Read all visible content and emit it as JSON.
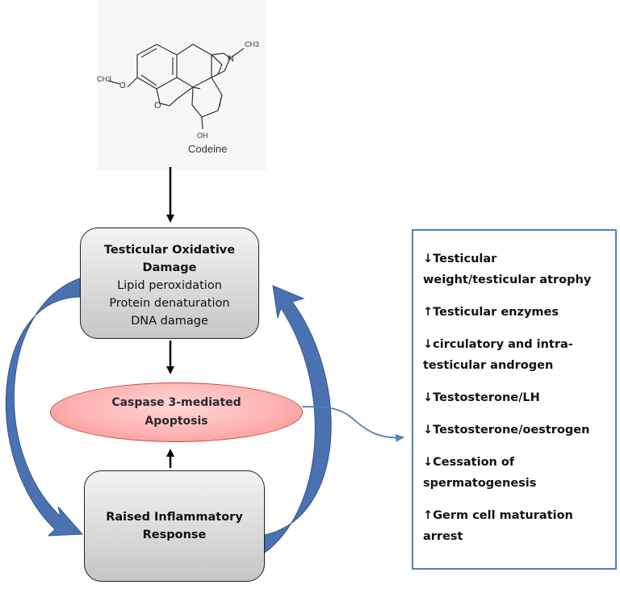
{
  "structure": {
    "caption": "Codeine",
    "groups": {
      "n_methyl": "CH3",
      "methoxy": "CH3",
      "hydroxyl": "OH",
      "n_atom": "N",
      "o_atom": "O"
    }
  },
  "nodes": {
    "oxidative_damage": {
      "title_lines": [
        "Testicular Oxidative",
        "Damage"
      ],
      "items": [
        "Lipid peroxidation",
        "Protein denaturation",
        "DNA damage"
      ]
    },
    "apoptosis": {
      "lines": [
        "Caspase 3-mediated",
        "Apoptosis"
      ]
    },
    "inflammatory": {
      "lines": [
        "Raised Inflammatory",
        "Response"
      ]
    }
  },
  "effects": [
    "↓Testicular weight/testicular atrophy",
    "↑Testicular enzymes",
    "↓circulatory and intra-testicular androgen",
    "↓Testosterone/LH",
    "↓Testosterone/oestrogen",
    "↓Cessation of spermatogenesis",
    "↑Germ cell maturation arrest"
  ],
  "colors": {
    "box_border": "#222222",
    "ellipse_fill": "#ffb3b3",
    "blue_arrow": "#4a72b0",
    "effects_border": "#4f81bd"
  }
}
